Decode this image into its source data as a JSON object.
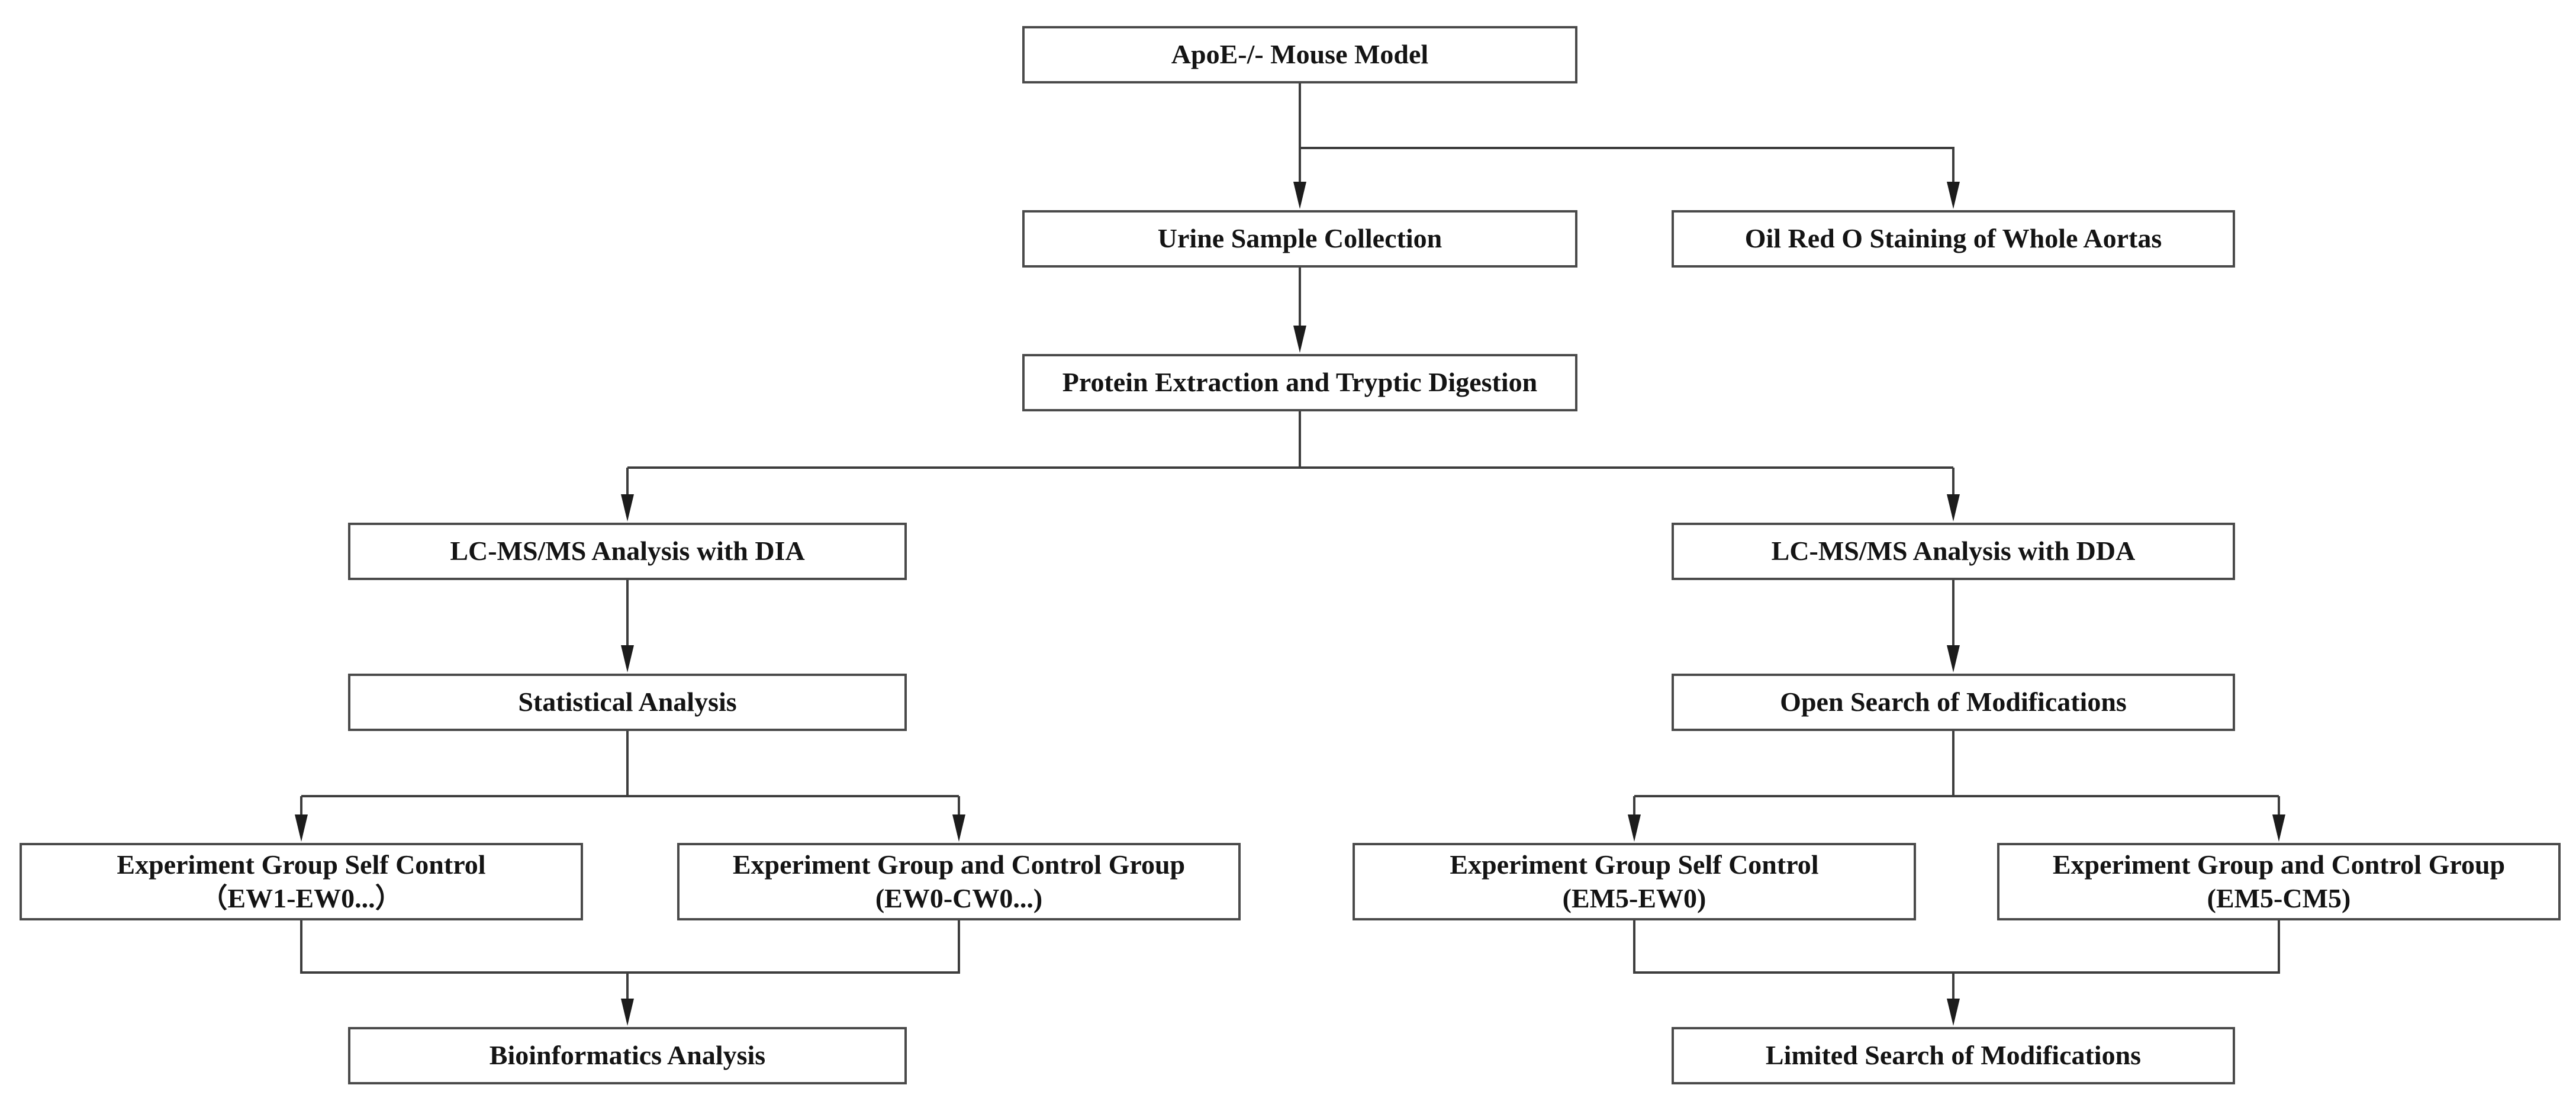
{
  "figure": {
    "type": "flowchart",
    "background_color": "#ffffff",
    "box_border_color": "#4a4a4a",
    "connector_color": "#3d3d3d",
    "text_color": "#141414"
  },
  "nodes": {
    "apoe": {
      "label": "ApoE-/- Mouse Model"
    },
    "urine": {
      "label": "Urine Sample Collection"
    },
    "oil_red": {
      "label": "Oil Red O Staining of Whole Aortas"
    },
    "protein": {
      "label": "Protein Extraction and Tryptic Digestion"
    },
    "dia": {
      "label": "LC-MS/MS Analysis with DIA"
    },
    "dda": {
      "label": "LC-MS/MS Analysis with DDA"
    },
    "stat": {
      "label": "Statistical Analysis"
    },
    "open_search": {
      "label": "Open Search of Modifications"
    },
    "dia_self": {
      "label": "Experiment Group Self Control",
      "sublabel": "（EW1-EW0...）"
    },
    "dia_vs": {
      "label": "Experiment Group and Control Group",
      "sublabel": "(EW0-CW0...)"
    },
    "dda_self": {
      "label": "Experiment Group Self Control",
      "sublabel": "(EM5-EW0)"
    },
    "dda_vs": {
      "label": "Experiment Group and Control Group",
      "sublabel": "(EM5-CM5)"
    },
    "bioinformatics": {
      "label": "Bioinformatics Analysis"
    },
    "limited_search": {
      "label": "Limited Search of Modifications"
    }
  },
  "edges": [
    {
      "from": "apoe",
      "to": "urine"
    },
    {
      "from": "apoe",
      "to": "oil_red"
    },
    {
      "from": "urine",
      "to": "protein"
    },
    {
      "from": "protein",
      "to": "dia"
    },
    {
      "from": "protein",
      "to": "dda"
    },
    {
      "from": "dia",
      "to": "stat"
    },
    {
      "from": "stat",
      "to": "dia_self"
    },
    {
      "from": "stat",
      "to": "dia_vs"
    },
    {
      "from": "dia_self",
      "to": "bioinformatics"
    },
    {
      "from": "dia_vs",
      "to": "bioinformatics"
    },
    {
      "from": "dda",
      "to": "open_search"
    },
    {
      "from": "open_search",
      "to": "dda_self"
    },
    {
      "from": "open_search",
      "to": "dda_vs"
    },
    {
      "from": "dda_self",
      "to": "limited_search"
    },
    {
      "from": "dda_vs",
      "to": "limited_search"
    }
  ]
}
